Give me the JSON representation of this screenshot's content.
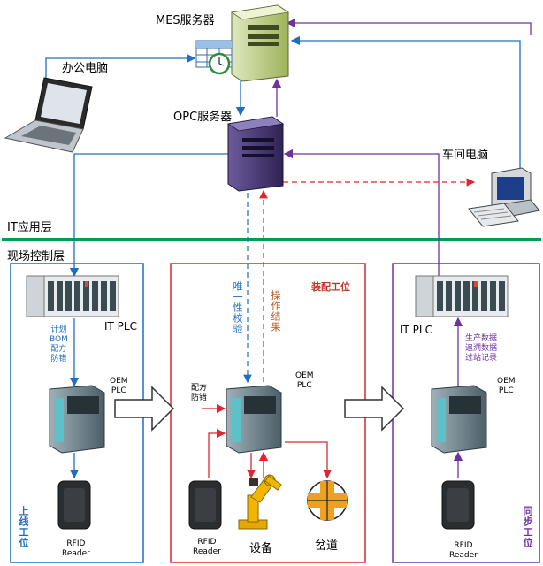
{
  "nodes": {
    "mes_server": "MES服务器",
    "office_pc": "办公电脑",
    "opc_server": "OPC服务器",
    "workshop_pc": "车间电脑",
    "it_plc_left": "IT PLC",
    "it_plc_right": "IT PLC",
    "oem_plc_left": "OEM\nPLC",
    "oem_plc_mid": "OEM\nPLC",
    "oem_plc_right": "OEM\nPLC",
    "rfid_left": "RFID\nReader",
    "rfid_mid": "RFID\nReader",
    "rfid_right": "RFID\nReader",
    "equipment": "设备",
    "bin": "岔道"
  },
  "layers": {
    "it_layer": "IT应用层",
    "control_layer": "现场控制层"
  },
  "stations": {
    "left": "上线工位",
    "middle": "装配工位",
    "right": "同步工位"
  },
  "edge_labels": {
    "plan_bom": "计划\nBOM\n配方\n防错",
    "recipe_mistake": "配方\n防错",
    "unique_check": "唯一性校验",
    "operation_result": "操作结果",
    "production_data": "生产数据\n追溯数据\n过站记录"
  },
  "colors": {
    "blue": "#1e6fc2",
    "red": "#e0262b",
    "purple": "#7030a0",
    "green": "#00a050"
  }
}
